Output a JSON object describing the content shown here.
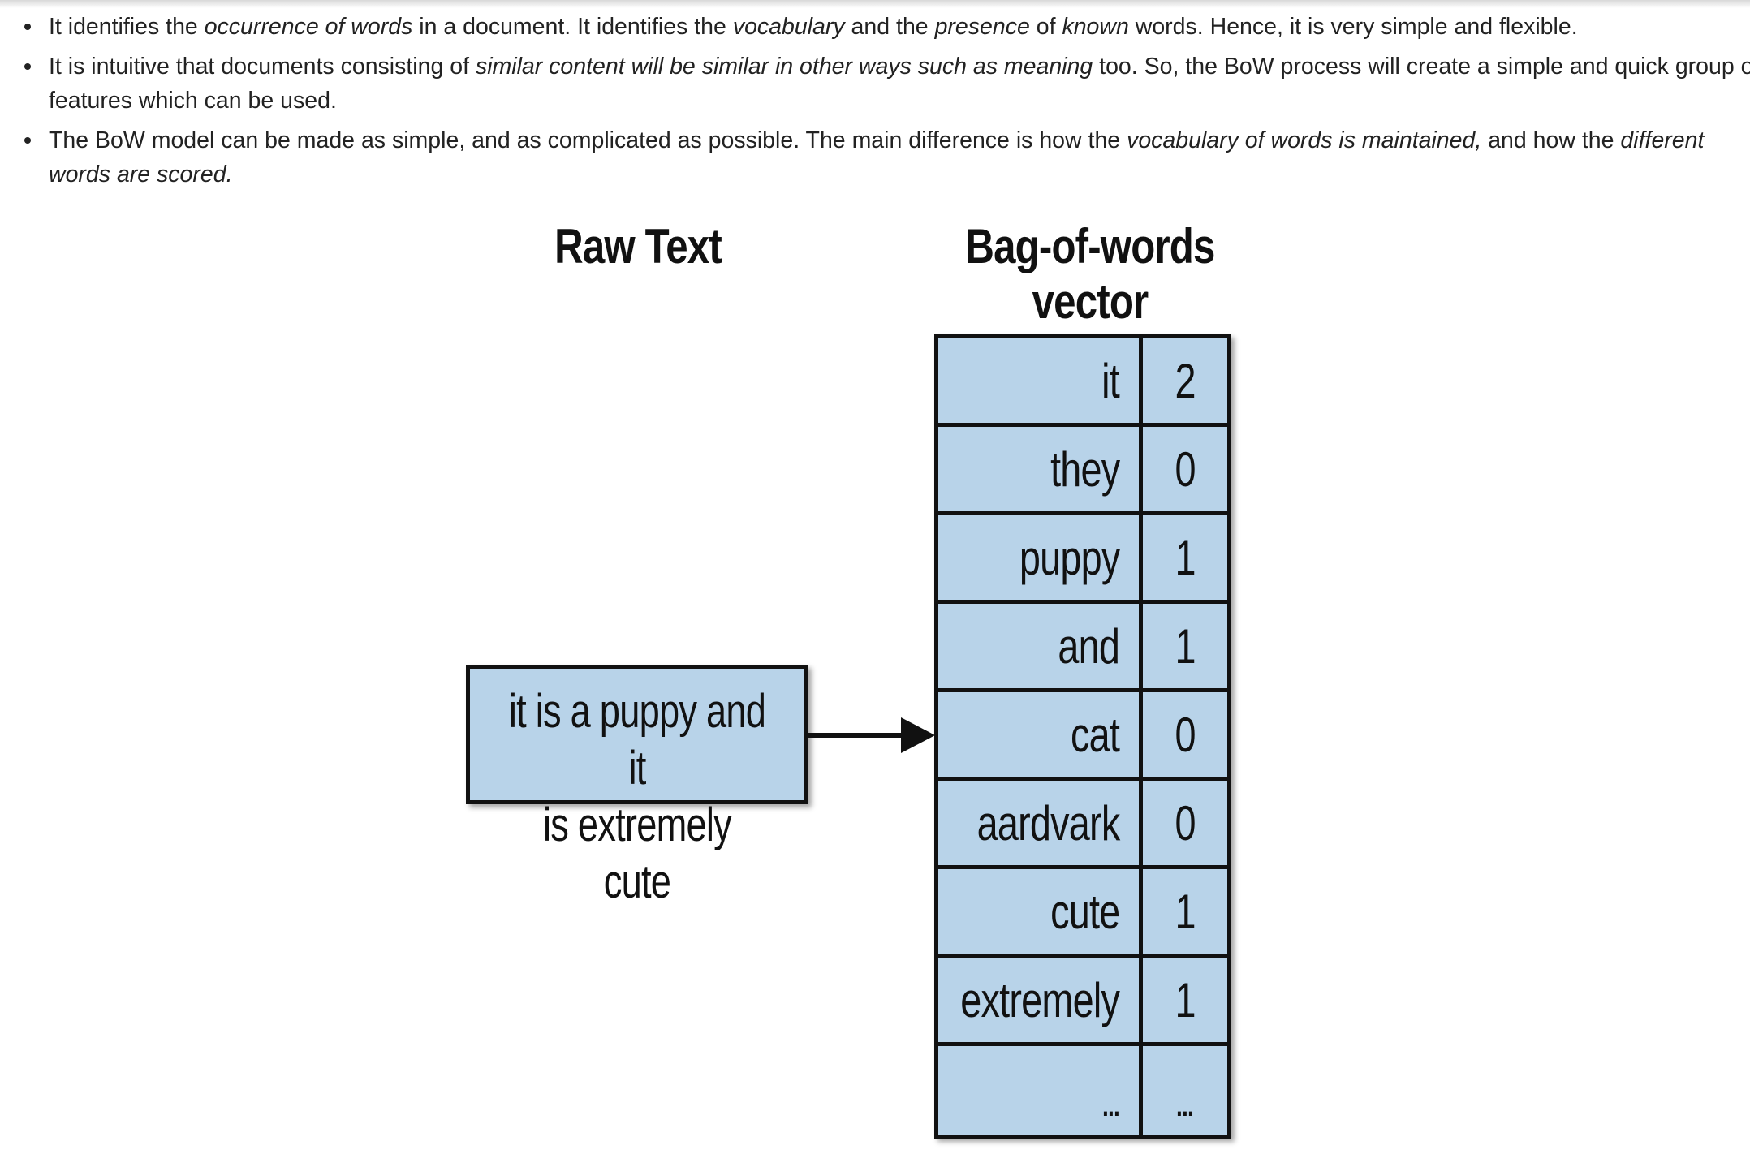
{
  "bullets": [
    {
      "segments": [
        {
          "text": "It identifies the ",
          "italic": false
        },
        {
          "text": "occurrence of words",
          "italic": true
        },
        {
          "text": " in a document. It identifies the ",
          "italic": false
        },
        {
          "text": "vocabulary",
          "italic": true
        },
        {
          "text": " and the ",
          "italic": false
        },
        {
          "text": "presence",
          "italic": true
        },
        {
          "text": " of ",
          "italic": false
        },
        {
          "text": "known",
          "italic": true
        },
        {
          "text": " words. Hence, it is very simple and flexible.",
          "italic": false
        }
      ]
    },
    {
      "segments": [
        {
          "text": "It is intuitive that documents consisting of ",
          "italic": false
        },
        {
          "text": "similar content will be similar in other ways such as meaning",
          "italic": true
        },
        {
          "text": " too. So, the BoW process will create a simple and quick group of features which can be used.",
          "italic": false
        }
      ]
    },
    {
      "segments": [
        {
          "text": "The BoW model can be made as simple, and as complicated as possible. The main difference is how the ",
          "italic": false
        },
        {
          "text": "vocabulary of words is maintained,",
          "italic": true
        },
        {
          "text": " and how the ",
          "italic": false
        },
        {
          "text": "different words are scored.",
          "italic": true
        }
      ]
    }
  ],
  "figure": {
    "raw_title": "Raw Text",
    "bow_title_line1": "Bag-of-words",
    "bow_title_line2": "vector",
    "raw_line1": "it is a puppy and it",
    "raw_line2": "is extremely cute",
    "vector": [
      {
        "word": "it",
        "count": "2"
      },
      {
        "word": "they",
        "count": "0"
      },
      {
        "word": "puppy",
        "count": "1"
      },
      {
        "word": "and",
        "count": "1"
      },
      {
        "word": "cat",
        "count": "0"
      },
      {
        "word": "aardvark",
        "count": "0"
      },
      {
        "word": "cute",
        "count": "1"
      },
      {
        "word": "extremely",
        "count": "1"
      },
      {
        "word": "...",
        "count": "..."
      }
    ],
    "colors": {
      "box_fill": "#b8d3e9",
      "border": "#111111"
    }
  }
}
